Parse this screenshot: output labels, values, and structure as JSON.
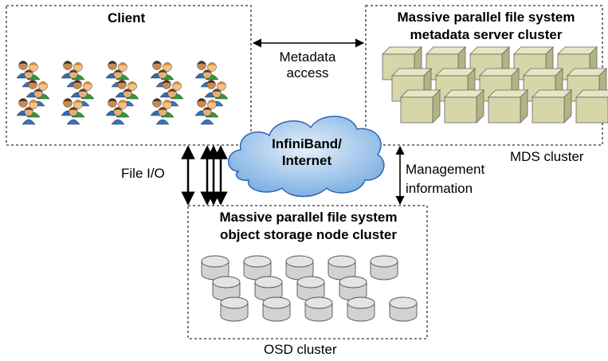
{
  "client": {
    "title": "Client",
    "user_rows": [
      5,
      5,
      5
    ]
  },
  "metadata_link": {
    "line1": "Metadata",
    "line2": "access"
  },
  "mds": {
    "title_line1": "Massive parallel file system",
    "title_line2": "metadata server cluster",
    "caption": "MDS cluster",
    "node_rows": [
      5,
      5,
      5
    ]
  },
  "network": {
    "line1": "InfiniBand/",
    "line2": "Internet"
  },
  "file_io": {
    "label": "File I/O"
  },
  "management": {
    "line1": "Management",
    "line2": "information"
  },
  "osd": {
    "title_line1": "Massive parallel file system",
    "title_line2": "object storage node cluster",
    "caption": "OSD cluster",
    "disk_rows": [
      5,
      4,
      5
    ]
  },
  "colors": {
    "box_border": "#333333",
    "server_face": "#d6d6a8",
    "server_side": "#b3b385",
    "server_top": "#e6e6c4",
    "cloud_fill": "#9ec3ea",
    "cloud_edge": "#2f67b0",
    "disk_fill": "#e4e4e4",
    "disk_edge": "#555555"
  },
  "icons": {
    "user": "user-group-icon",
    "server": "server-cube-icon",
    "disk": "disk-cylinder-icon",
    "cloud": "cloud-icon"
  }
}
